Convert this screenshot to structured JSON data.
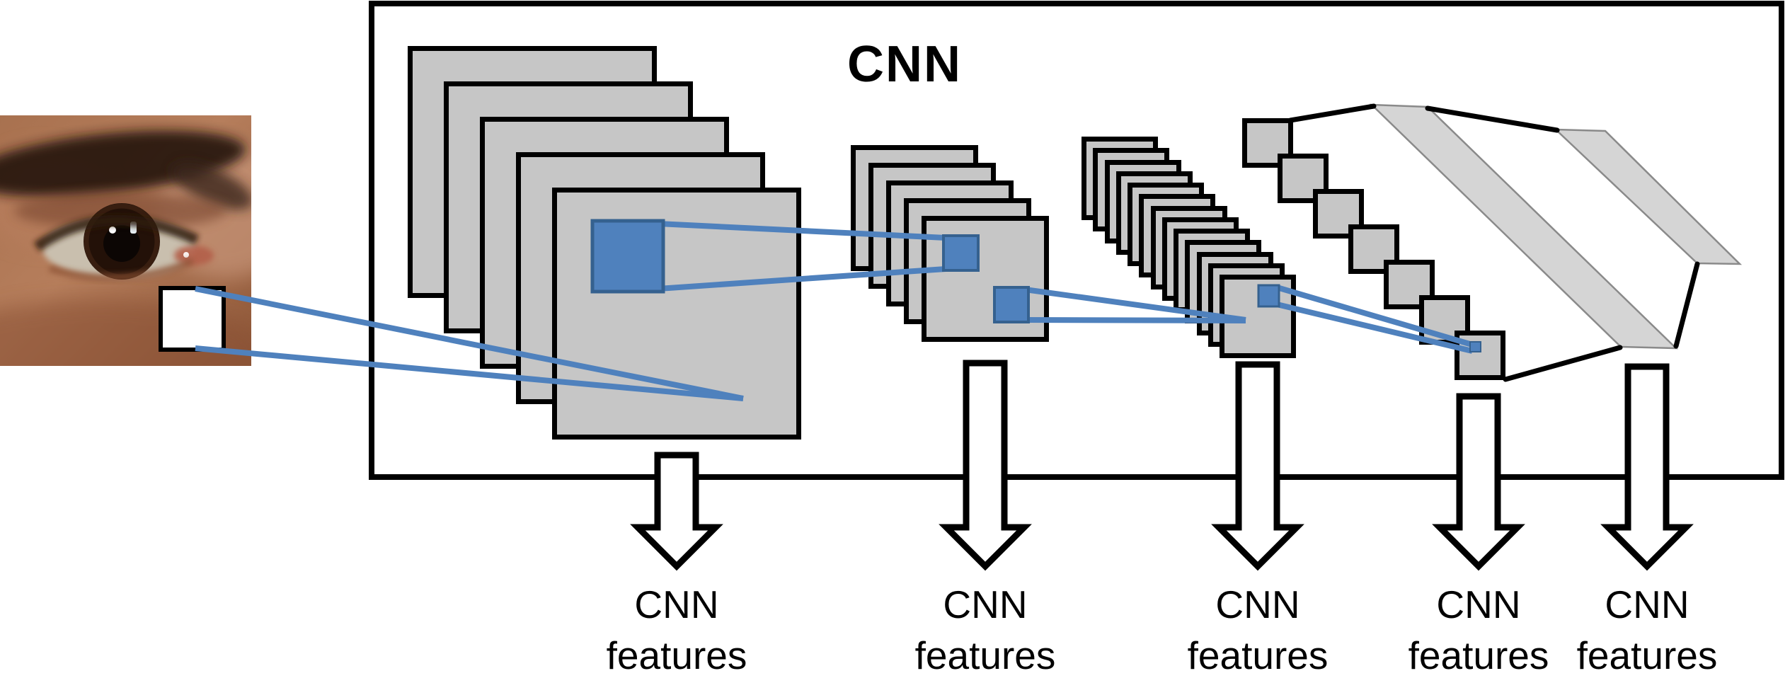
{
  "diagram": {
    "title": "CNN",
    "input": {
      "alt": "Close-up photo of a human eye with a white square patch highlighted"
    },
    "feature_outputs": [
      {
        "line1": "CNN",
        "line2": "features"
      },
      {
        "line1": "CNN",
        "line2": "features"
      },
      {
        "line1": "CNN",
        "line2": "features"
      },
      {
        "line1": "CNN",
        "line2": "features"
      },
      {
        "line1": "CNN",
        "line2": "features"
      }
    ],
    "colors": {
      "accent_blue": "#4f81bd",
      "accent_blue_dark": "#35618f",
      "layer_gray": "#c6c6c6",
      "fc_gray": "#d5d5d5",
      "outline": "#000000",
      "background": "#ffffff"
    }
  }
}
